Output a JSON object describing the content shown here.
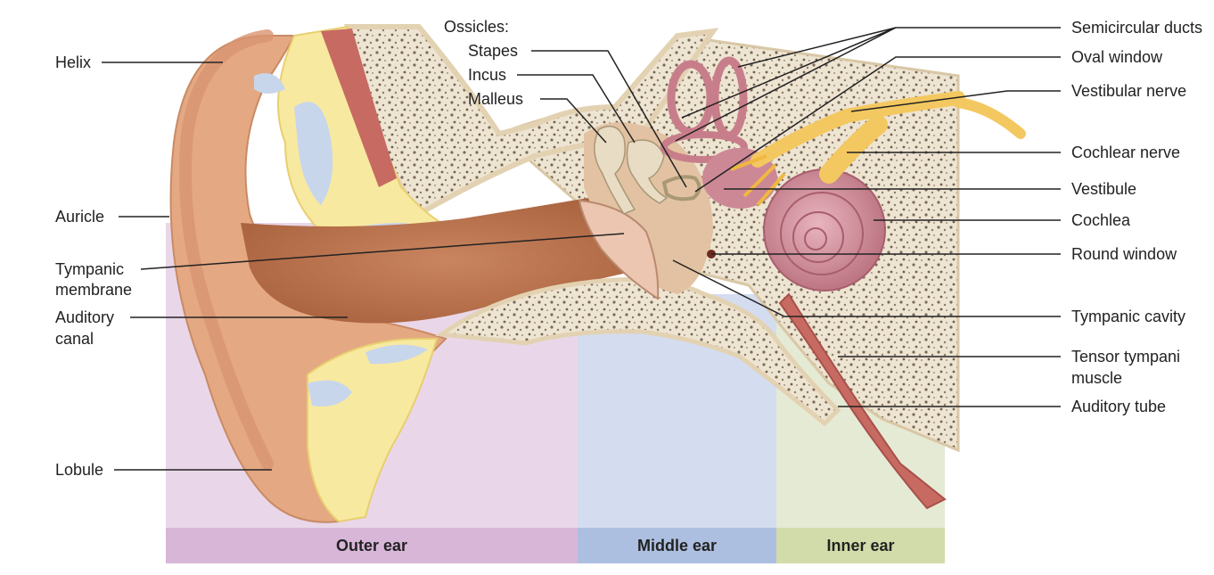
{
  "labels": {
    "ossicles": "Ossicles:",
    "stapes": "Stapes",
    "incus": "Incus",
    "malleus": "Malleus",
    "helix": "Helix",
    "auricle": "Auricle",
    "tympanic_membrane_1": "Tympanic",
    "tympanic_membrane_2": "membrane",
    "auditory_canal_1": "Auditory",
    "auditory_canal_2": "canal",
    "lobule": "Lobule",
    "semicircular_ducts": "Semicircular ducts",
    "oval_window": "Oval window",
    "vestibular_nerve": "Vestibular nerve",
    "cochlear_nerve": "Cochlear nerve",
    "vestibule": "Vestibule",
    "cochlea": "Cochlea",
    "round_window": "Round window",
    "tympanic_cavity": "Tympanic cavity",
    "tensor_tympani_1": "Tensor tympani",
    "tensor_tympani_2": "muscle",
    "auditory_tube": "Auditory tube"
  },
  "regions": {
    "outer": "Outer ear",
    "middle": "Middle ear",
    "inner": "Inner ear"
  },
  "colors": {
    "outer_bg": "#e9d7e9",
    "middle_bg": "#d4dcef",
    "inner_bg": "#e5ead4",
    "outer_bar": "#d8b6d8",
    "middle_bar": "#adbfe0",
    "inner_bar": "#d2dcaa",
    "skin": "#e4a882",
    "bone": "#e8dcc4",
    "cartilage": "#f8e9a0",
    "cochlea": "#d89aa6",
    "nerve": "#f4c860"
  }
}
